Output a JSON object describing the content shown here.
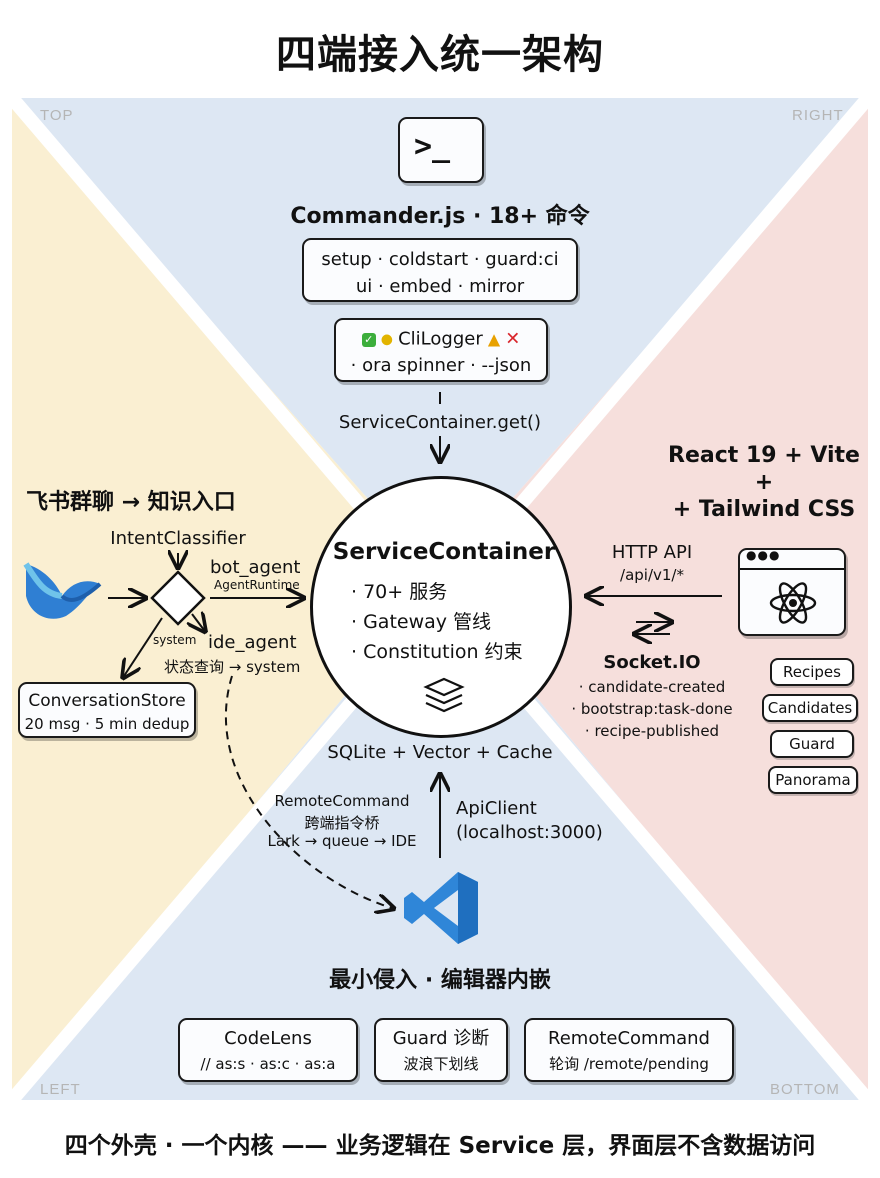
{
  "title": "四端接入统一架构",
  "footer": "四个外壳 · 一个内核 —— 业务逻辑在 Service 层，界面层不含数据访问",
  "corners": {
    "top": "TOP",
    "right": "RIGHT",
    "left": "LEFT",
    "bottom": "BOTTOM"
  },
  "colors": {
    "top": "#dde7f3",
    "right": "#f6dfdc",
    "left": "#faefd2",
    "bottom": "#dde7f3",
    "accent_blue": "#2f7fd3",
    "react_blue": "#1f1f1f"
  },
  "cli": {
    "terminal_glyph": ">_",
    "heading": "Commander.js · 18+ 命令",
    "commands_line1": "setup · coldstart · guard:ci",
    "commands_line2": "ui · embed · mirror",
    "logger_title": "CliLogger",
    "logger_sub": "· ora spinner · --json",
    "arrow_label": "ServiceContainer.get()"
  },
  "core": {
    "title": "ServiceContainer",
    "items": [
      "· 70+ 服务",
      "· Gateway 管线",
      "· Constitution 约束"
    ],
    "storage": "SQLite + Vector + Cache"
  },
  "web": {
    "heading_line1": "React 19 + Vite",
    "heading_plus": "+",
    "heading_line2": "+ Tailwind CSS",
    "http_label": "HTTP API",
    "http_path": "/api/v1/*",
    "socket_label": "Socket.IO",
    "events": [
      "· candidate-created",
      "· bootstrap:task-done",
      "· recipe-published"
    ],
    "pages": [
      "Recipes",
      "Candidates",
      "Guard",
      "Panorama"
    ]
  },
  "lark": {
    "heading": "飞书群聊 → 知识入口",
    "classifier": "IntentClassifier",
    "bot_agent": "bot_agent",
    "agent_runtime": "AgentRuntime",
    "system": "system",
    "ide_agent": "ide_agent",
    "status_query": "状态查询 → system",
    "store_title": "ConversationStore",
    "store_sub": "20 msg · 5 min dedup"
  },
  "ide": {
    "remote_title": "RemoteCommand",
    "remote_sub": "跨端指令桥",
    "remote_flow": "Lark → queue → IDE",
    "api_client": "ApiClient",
    "api_host": "(localhost:3000)",
    "heading": "最小侵入 · 编辑器内嵌",
    "features": [
      {
        "title": "CodeLens",
        "sub": "// as:s · as:c · as:a"
      },
      {
        "title": "Guard 诊断",
        "sub": "波浪下划线"
      },
      {
        "title": "RemoteCommand",
        "sub": "轮询 /remote/pending"
      }
    ]
  }
}
